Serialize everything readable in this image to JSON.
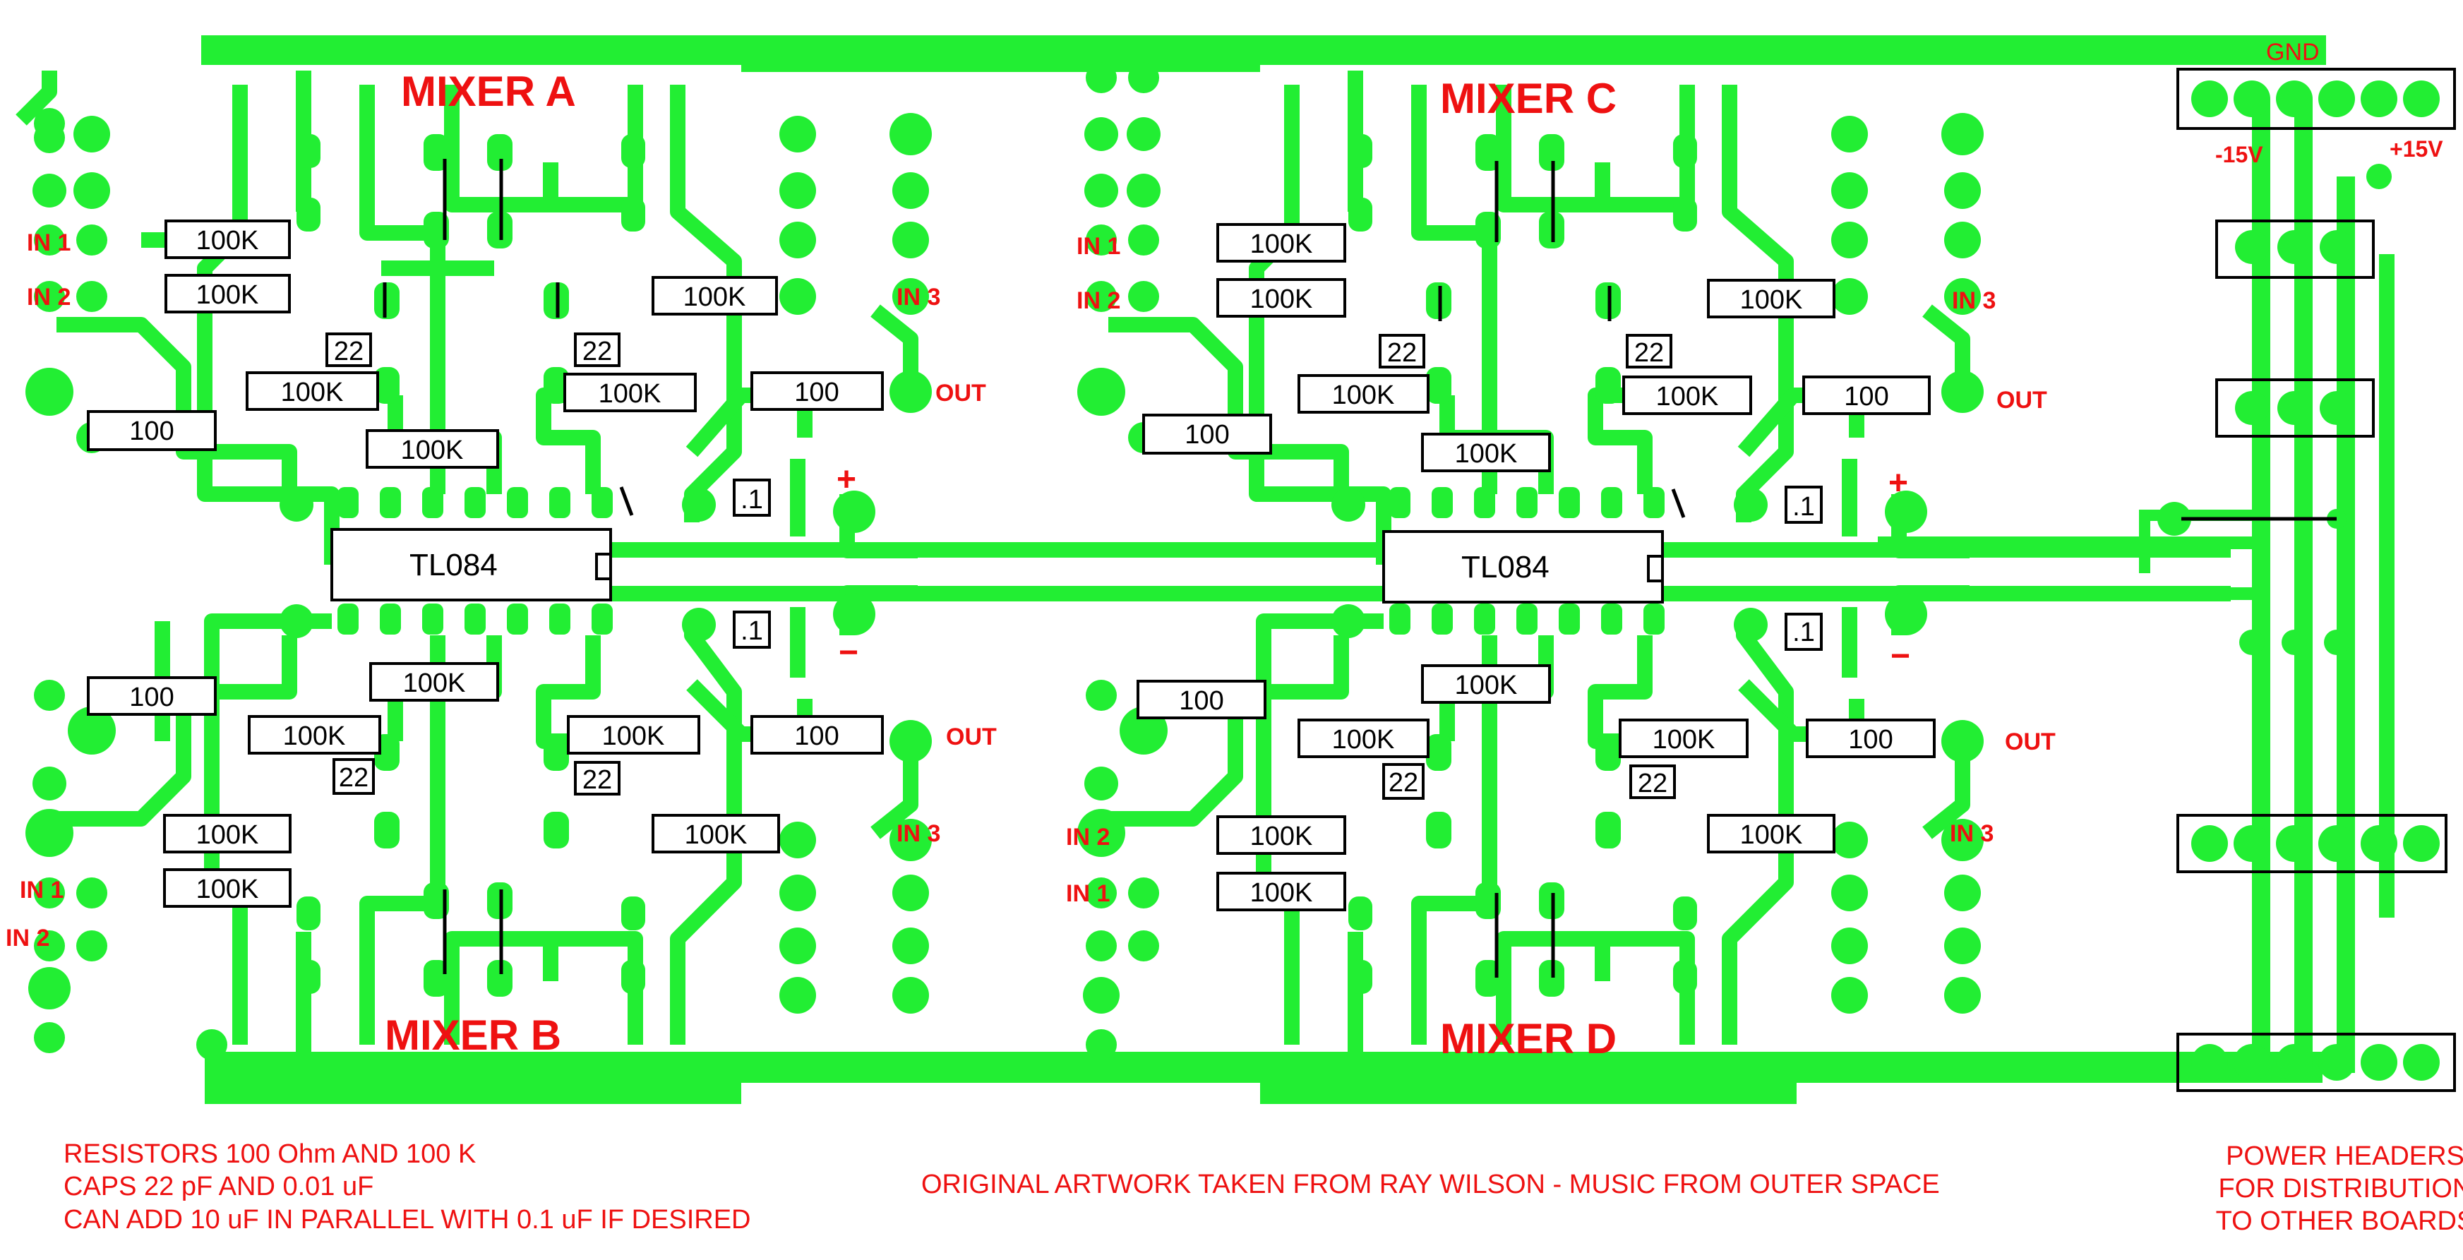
{
  "colors": {
    "trace": "#22ee33",
    "label": "#ee1111",
    "component": "#000000",
    "background": "#ffffff"
  },
  "mixers": {
    "a": {
      "title": "MIXER A",
      "in1": "IN 1",
      "in2": "IN 2",
      "in3": "IN 3",
      "out": "OUT"
    },
    "b": {
      "title": "MIXER B",
      "in1": "IN 1",
      "in2": "IN 2",
      "in3": "IN 3",
      "out": "OUT"
    },
    "c": {
      "title": "MIXER C",
      "in1": "IN 1",
      "in2": "IN 2",
      "in3": "IN 3",
      "out": "OUT"
    },
    "d": {
      "title": "MIXER D",
      "in1": "IN 1",
      "in2": "IN 2",
      "in3": "IN 3",
      "out": "OUT"
    }
  },
  "components": {
    "r100k": "100K",
    "r100": "100",
    "c22": "22",
    "c01": ".1",
    "ic": "TL084",
    "plus": "+",
    "minus": "−"
  },
  "power": {
    "gnd": "GND",
    "neg": "-15V",
    "pos": "+15V"
  },
  "notes": {
    "line1": "RESISTORS 100 Ohm AND 100 K",
    "line2": "CAPS 22 pF AND 0.01 uF",
    "line3": "CAN ADD 10 uF IN PARALLEL WITH 0.1 uF IF DESIRED",
    "credit": "ORIGINAL ARTWORK TAKEN FROM RAY WILSON - MUSIC FROM OUTER SPACE",
    "headers1": "POWER HEADERS",
    "headers2": "FOR DISTRIBUTION",
    "headers3": "TO OTHER BOARDS"
  }
}
